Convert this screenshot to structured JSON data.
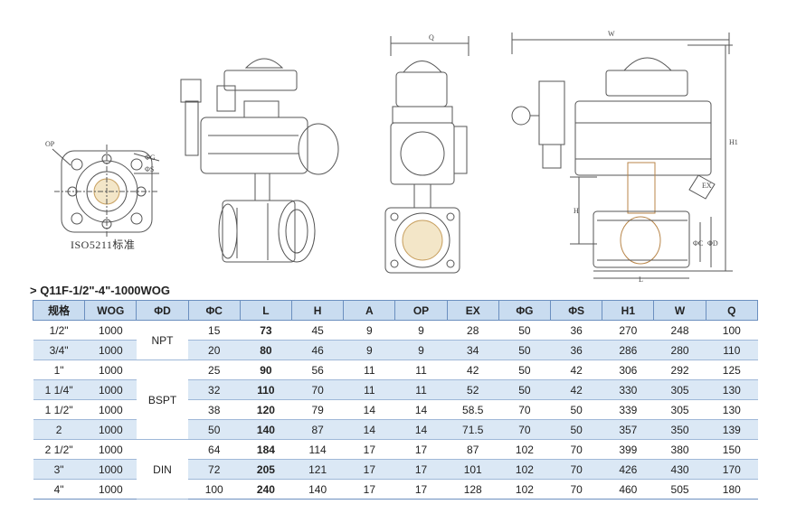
{
  "iso_label": "ISO5211标准",
  "dims": {
    "op": "OP",
    "g": "ΦG",
    "s": "ΦS",
    "q": "Q",
    "w": "W",
    "h1": "H1",
    "h": "H",
    "ex": "EX",
    "c": "ΦC",
    "d": "ΦD",
    "l": "L"
  },
  "title": "> Q11F-1/2\"-4\"-1000WOG",
  "headers": [
    "规格",
    "WOG",
    "ΦD",
    "ΦC",
    "L",
    "H",
    "A",
    "OP",
    "EX",
    "ΦG",
    "ΦS",
    "H1",
    "W",
    "Q"
  ],
  "d_groups": [
    "NPT",
    "BSPT",
    "DIN"
  ],
  "rows": [
    [
      "1/2\"",
      "1000",
      "15",
      "73",
      "45",
      "9",
      "9",
      "28",
      "50",
      "36",
      "270",
      "248",
      "100"
    ],
    [
      "3/4\"",
      "1000",
      "20",
      "80",
      "46",
      "9",
      "9",
      "34",
      "50",
      "36",
      "286",
      "280",
      "110"
    ],
    [
      "1\"",
      "1000",
      "25",
      "90",
      "56",
      "11",
      "11",
      "42",
      "50",
      "42",
      "306",
      "292",
      "125"
    ],
    [
      "1 1/4\"",
      "1000",
      "32",
      "110",
      "70",
      "11",
      "11",
      "52",
      "50",
      "42",
      "330",
      "305",
      "130"
    ],
    [
      "1 1/2\"",
      "1000",
      "38",
      "120",
      "79",
      "14",
      "14",
      "58.5",
      "70",
      "50",
      "339",
      "305",
      "130"
    ],
    [
      "2",
      "1000",
      "50",
      "140",
      "87",
      "14",
      "14",
      "71.5",
      "70",
      "50",
      "357",
      "350",
      "139"
    ],
    [
      "2 1/2\"",
      "1000",
      "64",
      "184",
      "114",
      "17",
      "17",
      "87",
      "102",
      "70",
      "399",
      "380",
      "150"
    ],
    [
      "3\"",
      "1000",
      "72",
      "205",
      "121",
      "17",
      "17",
      "101",
      "102",
      "70",
      "426",
      "430",
      "170"
    ],
    [
      "4\"",
      "1000",
      "100",
      "240",
      "140",
      "17",
      "17",
      "128",
      "102",
      "70",
      "460",
      "505",
      "180"
    ]
  ]
}
